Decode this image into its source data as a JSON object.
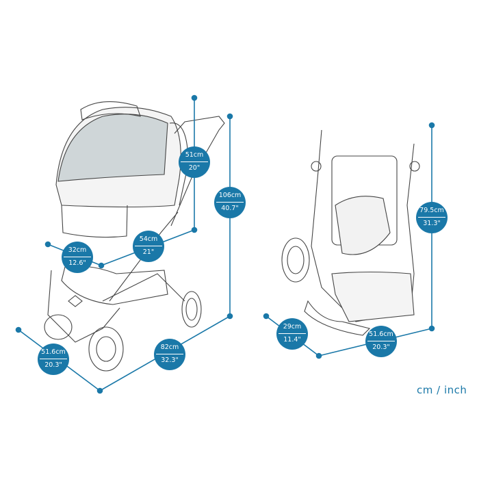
{
  "accent_color": "#1a78a8",
  "unit_label": "cm / inch",
  "dimensions": {
    "handle_depth": {
      "cm": "51cm",
      "inch": "20\""
    },
    "total_height": {
      "cm": "106cm",
      "inch": "40.7\""
    },
    "seat_height": {
      "cm": "54cm",
      "inch": "21\""
    },
    "cabin_width": {
      "cm": "32cm",
      "inch": "12.6\""
    },
    "length": {
      "cm": "82cm",
      "inch": "32.3\""
    },
    "width": {
      "cm": "51.6cm",
      "inch": "20.3\""
    },
    "folded_height": {
      "cm": "79.5cm",
      "inch": "31.3\""
    },
    "folded_width": {
      "cm": "51.6cm",
      "inch": "20.3\""
    },
    "folded_depth": {
      "cm": "29cm",
      "inch": "11.4\""
    }
  }
}
